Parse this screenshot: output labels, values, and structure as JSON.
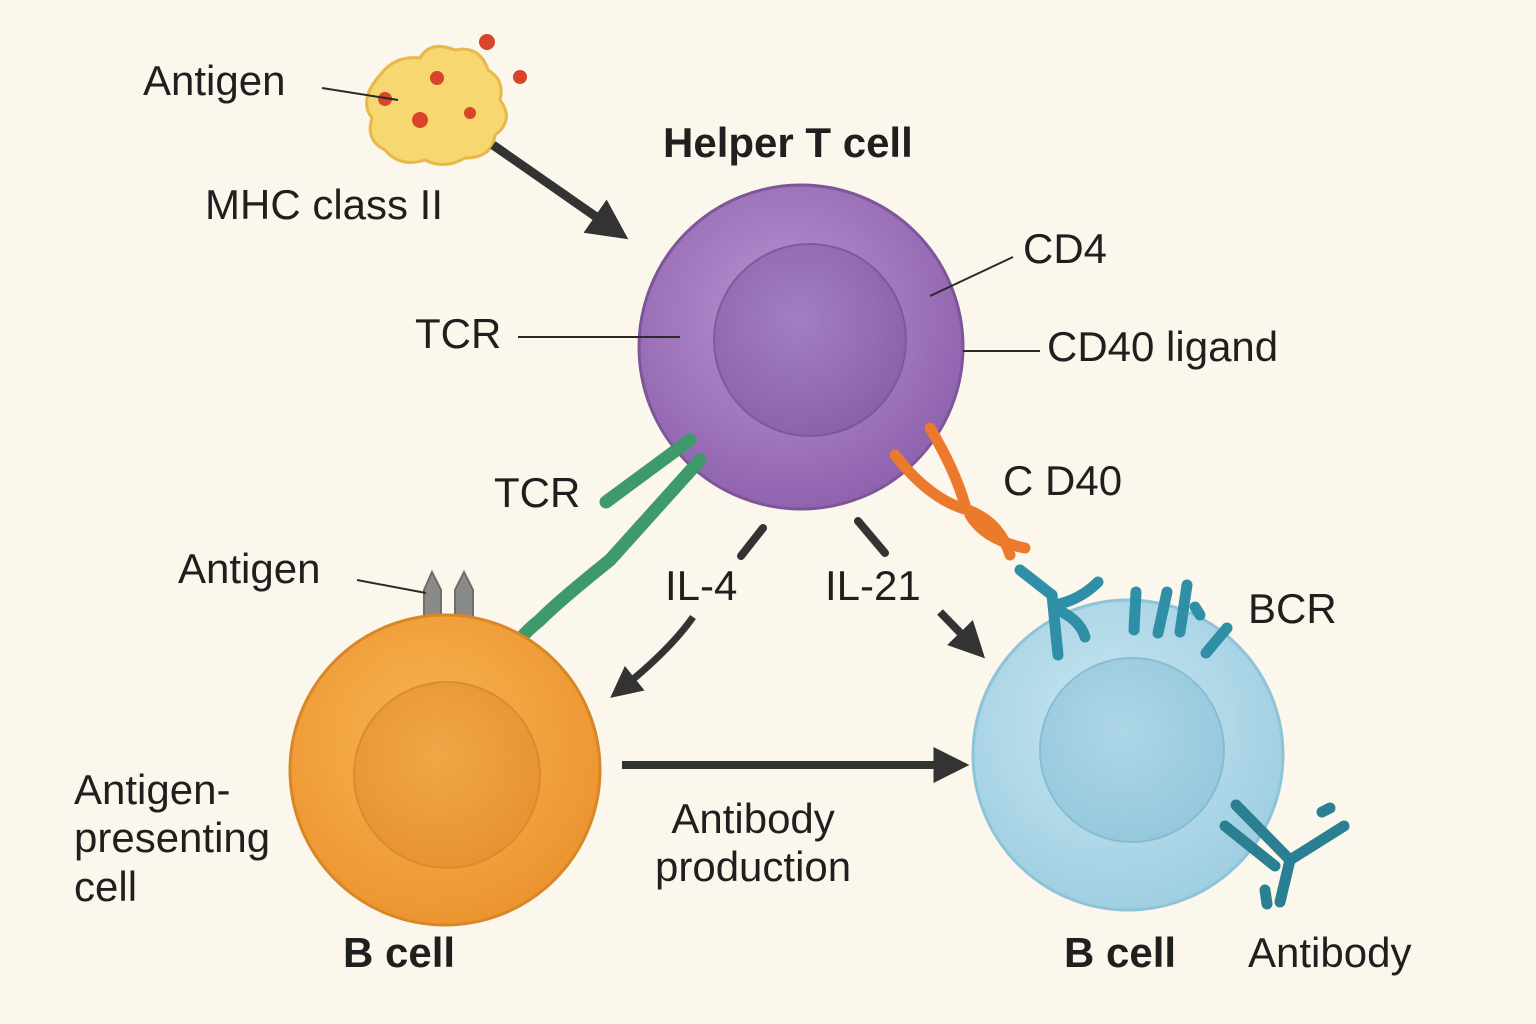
{
  "labels": {
    "antigen_top": "Antigen",
    "mhc": "MHC class II",
    "helper_t": "Helper T cell",
    "cd4": "CD4",
    "tcr_top": "TCR",
    "cd40l": "CD40 ligand",
    "tcr_mid": "TCR",
    "cd40": "C D40",
    "antigen_left": "Antigen",
    "il4": "IL-4",
    "il21": "IL-21",
    "bcr": "BCR",
    "apc": "Antigen-\npresenting\ncell",
    "antibody_production": "Antibody\nproduction",
    "b_cell_left": "B  cell",
    "b_cell_right": "B cell",
    "antibody": "Antibody"
  },
  "colors": {
    "background": "#fbf7ec",
    "helper_t": "#a47cc3",
    "b_cell_orange": "#f3a43e",
    "b_cell_blue": "#b6dbe9",
    "tcr_green": "#3e9a6a",
    "cd40_orange": "#ec7a2c",
    "bcr_teal": "#2e8fa6",
    "antigen_yellow": "#f6d770",
    "arrow": "#333333"
  }
}
